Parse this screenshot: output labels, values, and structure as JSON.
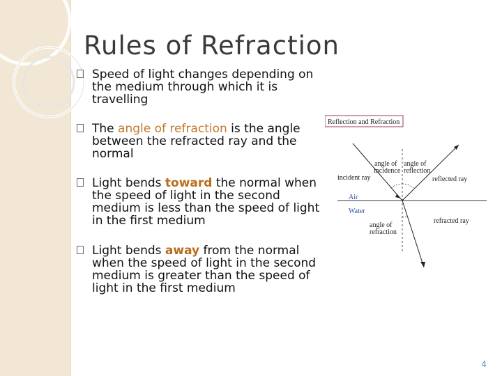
{
  "slide": {
    "title": "Rules of Refraction",
    "page_number": "4"
  },
  "bullets": {
    "b1": {
      "text": "Speed of light changes depending on the medium through which it is travelling"
    },
    "b2": {
      "pre": "The ",
      "highlight": "angle of refraction",
      "post": " is the angle between the refracted ray and the normal"
    },
    "b3": {
      "pre": "Light bends ",
      "highlight": "toward",
      "post": " the normal when the speed of light in the second medium is less than the speed of light in the first medium"
    },
    "b4": {
      "pre": "Light bends ",
      "highlight": "away",
      "post": " from the normal when the speed of light in the second medium is greater than the speed of light in the first medium"
    }
  },
  "diagram": {
    "caption": "Reflection and Refraction",
    "labels": {
      "angle_of": "angle of",
      "incidence": "incidence",
      "angle_of_2": "angle of",
      "reflection": "reflection",
      "incident_ray": "incident ray",
      "reflected_ray": "reflected ray",
      "air": "Air",
      "water": "Water",
      "refracted_ray": "refracted ray",
      "angle_of_3": "angle of",
      "refraction": "refraction"
    }
  },
  "colors": {
    "sidebar": "#f1e7d4",
    "accent_text": "#c07a2f",
    "page_number": "#5a8fc9"
  }
}
